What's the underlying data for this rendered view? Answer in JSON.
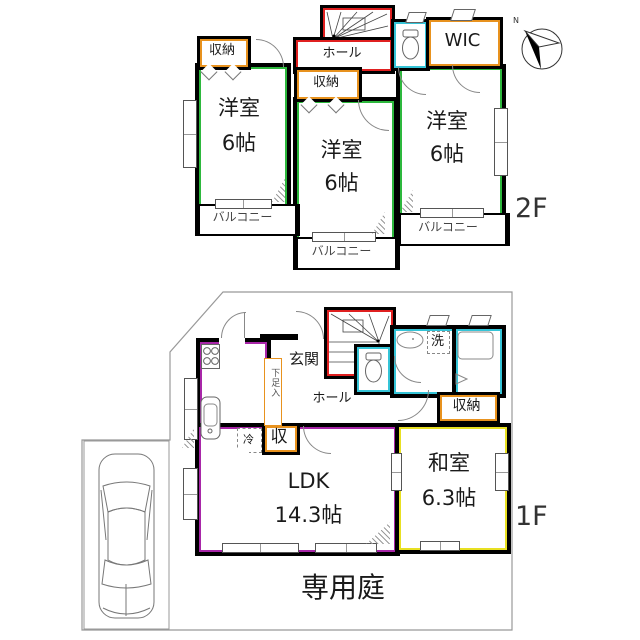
{
  "compass": {
    "north": "N"
  },
  "floor2": {
    "floor_label": "2F",
    "room_left": {
      "name": "洋室",
      "size": "6帖"
    },
    "room_center": {
      "name": "洋室",
      "size": "6帖"
    },
    "room_right": {
      "name": "洋室",
      "size": "6帖"
    },
    "closet_left": {
      "label": "収納"
    },
    "closet_center": {
      "label": "収納"
    },
    "wic": {
      "label": "WIC"
    },
    "hall": {
      "label": "ホール"
    },
    "balcony_left": {
      "label": "バルコニー"
    },
    "balcony_center": {
      "label": "バルコニー"
    },
    "balcony_right": {
      "label": "バルコニー"
    }
  },
  "floor1": {
    "floor_label": "1F",
    "entrance": {
      "label": "玄関"
    },
    "hall": {
      "label": "ホール"
    },
    "shoe_cabinet": {
      "label": "下足入"
    },
    "ldk": {
      "name": "LDK",
      "size": "14.3帖"
    },
    "japanese_room": {
      "name": "和室",
      "size": "6.3帖"
    },
    "closet": {
      "label": "収納"
    },
    "storage": {
      "label": "収"
    },
    "refrigerator": {
      "label": "冷"
    },
    "washer": {
      "label": "洗"
    },
    "garden": {
      "label": "専用庭"
    }
  },
  "colors": {
    "wall": "#000000",
    "western_room_line": "#2db83d",
    "closet_line": "#e8921e",
    "wet_area_line": "#35c4d7",
    "stairs_hall_line": "#e02020",
    "ldk_kitchen_line": "#a826a8",
    "japanese_room_line": "#e8e022",
    "boundary_line": "#999999"
  }
}
